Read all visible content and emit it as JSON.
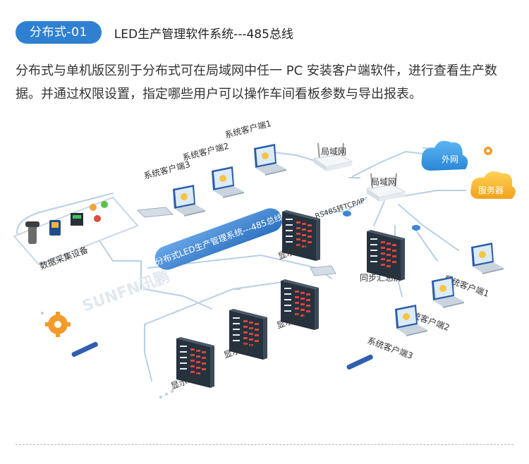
{
  "header": {
    "badge": "分布式-01",
    "title": "LED生产管理软件系统---485总线"
  },
  "description": "分布式与单机版区别于分布式可在局域网中任一 PC 安装客户端软件，进行查看生产数据。并通过权限设置，指定哪些用户可以操作车间看板参数与导出报表。",
  "diagram": {
    "bus_label": "分布式LED生产管理系统---485总线",
    "watermark": "SUNFN讯鹏",
    "data_device_label": "数据采集设备",
    "lan1_label": "局域网",
    "lan2_label": "局域网",
    "external_label": "外网",
    "server_label": "服务器",
    "converter_label": "RS485转TCP/IP",
    "sync_label": "同步汇总屏",
    "left_clients": [
      "系统客户端1",
      "系统客户端2",
      "系统客户端3"
    ],
    "right_clients": [
      "系统客户端1",
      "系统客户端2",
      "系统客户端3"
    ],
    "displays": [
      "显示端1",
      "显示端2",
      "显示端3",
      "显示端4"
    ]
  },
  "colors": {
    "accent": "#2f80d1",
    "line": "#b8cfe6",
    "panel": "#1e2a36",
    "cloud_blue": "#3a9be0",
    "cloud_yellow": "#f5b323",
    "gear": "#f39a2b"
  }
}
